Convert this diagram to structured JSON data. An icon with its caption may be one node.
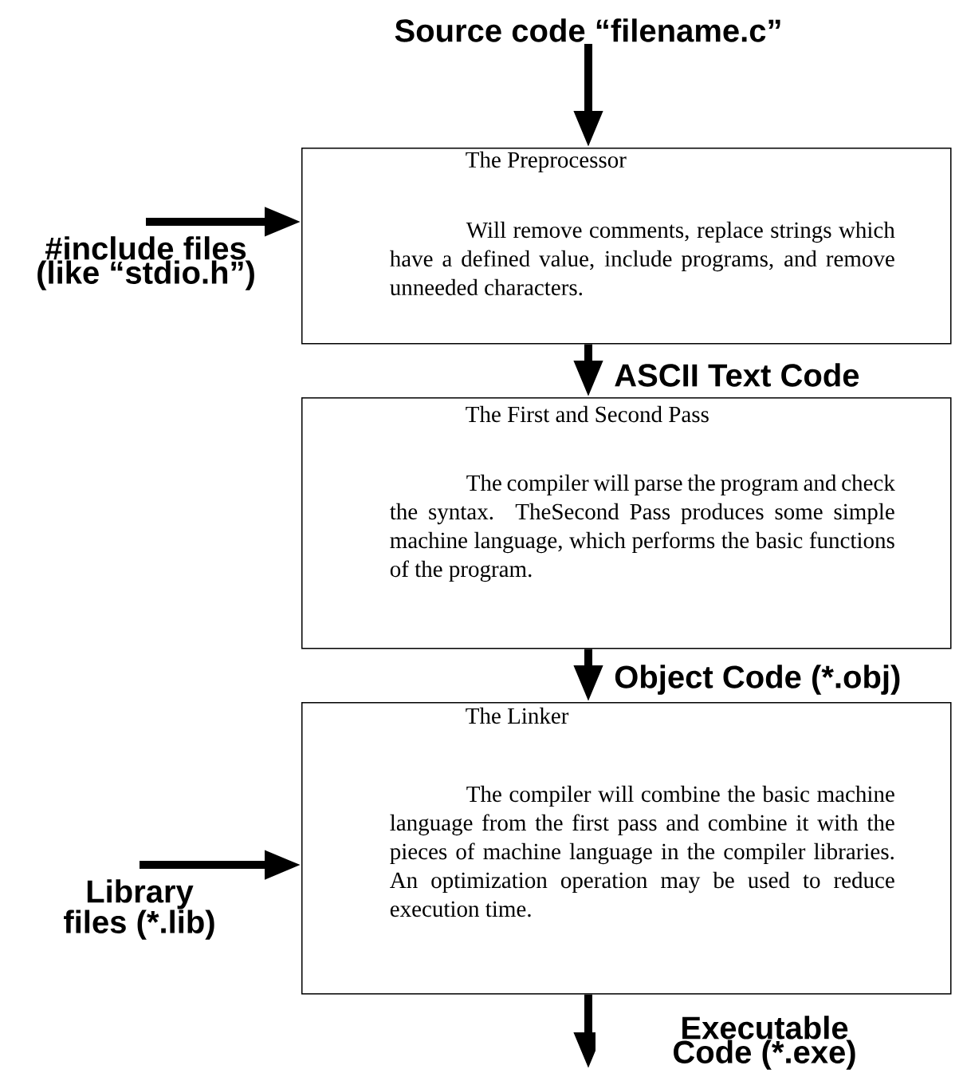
{
  "diagram": {
    "nodes": [
      {
        "text": [
          "Source code “filename.c”"
        ]
      },
      {
        "text": [
          "The Preprocessor",
          "Will remove comments, replace strings which have a defined value, include programs, and remove unneeded characters."
        ]
      },
      {
        "text": [
          "#include files (like “stdio.h”)"
        ]
      },
      {
        "text": [
          "The First and Second Pass",
          "The compiler will parse the program and check the syntax. TheSecond Pass produces some simple machine language, which performs the basic functions of the program."
        ]
      },
      {
        "text": [
          "The Linker",
          "The compiler will combine the basic machine language from the first pass and combine it with the pieces of machine language in the compiler libraries. An optimization operation may be used to reduce execution time."
        ]
      },
      {
        "text": [
          "Library files (*.lib)"
        ]
      }
    ],
    "edges": [
      {
        "from": 0,
        "to": 1,
        "arrow": "to"
      },
      {
        "from": 2,
        "to": 1,
        "arrow": "to"
      },
      {
        "from": 1,
        "to": 3,
        "arrow": "to",
        "label": "ASCII Text Code"
      },
      {
        "from": 3,
        "to": 4,
        "arrow": "to",
        "label": "Object Code (*.obj)"
      },
      {
        "from": 5,
        "to": 4,
        "arrow": "to"
      },
      {
        "from": 4,
        "to": null,
        "arrow": "to",
        "label": "Executable Code (*.exe)"
      }
    ]
  }
}
